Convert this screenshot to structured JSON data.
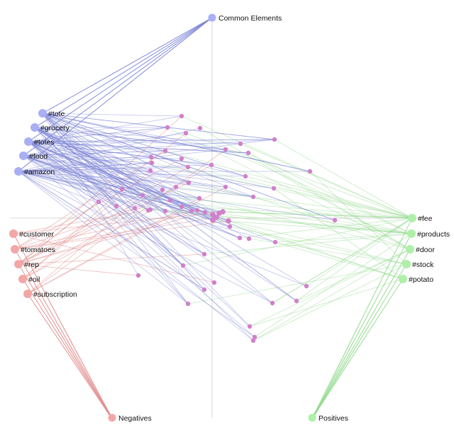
{
  "colors": {
    "common": "#a9aef5",
    "common_edge": "#8087d8",
    "negative": "#f3a6a6",
    "negative_edge": "#e08787",
    "positive": "#aef0a8",
    "positive_edge": "#8fd88a",
    "term_node": "#d27fcc",
    "axis": "#d8d8d8"
  },
  "anchors": {
    "common": "Common Elements",
    "negatives": "Negatives",
    "positives": "Positives"
  },
  "common_terms": [
    "#tote",
    "#grocery",
    "#totes",
    "#food",
    "#amazon"
  ],
  "negative_terms": [
    "#customer",
    "#tomatoes",
    "#rep",
    "#oil",
    "#subscription"
  ],
  "positive_terms": [
    "#fee",
    "#products",
    "#door",
    "#stock",
    "#potato"
  ]
}
